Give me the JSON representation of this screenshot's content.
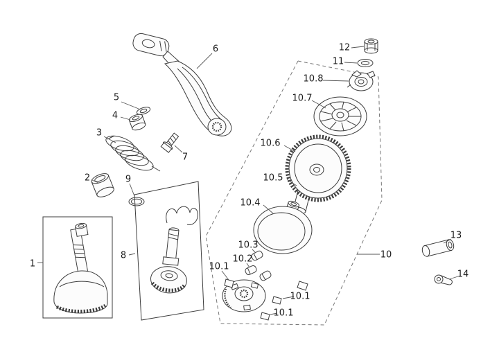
{
  "figure": {
    "kind": "exploded-parts-diagram",
    "subject": "engine kickstart and variator assembly",
    "background": "#ffffff",
    "line_color": "#3c3c3c"
  },
  "callouts": [
    {
      "id": "1",
      "text": "1"
    },
    {
      "id": "2",
      "text": "2"
    },
    {
      "id": "3",
      "text": "3"
    },
    {
      "id": "4",
      "text": "4"
    },
    {
      "id": "5",
      "text": "5"
    },
    {
      "id": "6",
      "text": "6"
    },
    {
      "id": "7",
      "text": "7"
    },
    {
      "id": "8",
      "text": "8"
    },
    {
      "id": "9",
      "text": "9"
    },
    {
      "id": "10",
      "text": "10"
    },
    {
      "id": "10.1a",
      "text": "10.1"
    },
    {
      "id": "10.1b",
      "text": "10.1"
    },
    {
      "id": "10.1c",
      "text": "10.1"
    },
    {
      "id": "10.2",
      "text": "10.2"
    },
    {
      "id": "10.3",
      "text": "10.3"
    },
    {
      "id": "10.4",
      "text": "10.4"
    },
    {
      "id": "10.5",
      "text": "10.5"
    },
    {
      "id": "10.6",
      "text": "10.6"
    },
    {
      "id": "10.7",
      "text": "10.7"
    },
    {
      "id": "10.8",
      "text": "10.8"
    },
    {
      "id": "11",
      "text": "11"
    },
    {
      "id": "12",
      "text": "12"
    },
    {
      "id": "13",
      "text": "13"
    },
    {
      "id": "14",
      "text": "14"
    }
  ]
}
